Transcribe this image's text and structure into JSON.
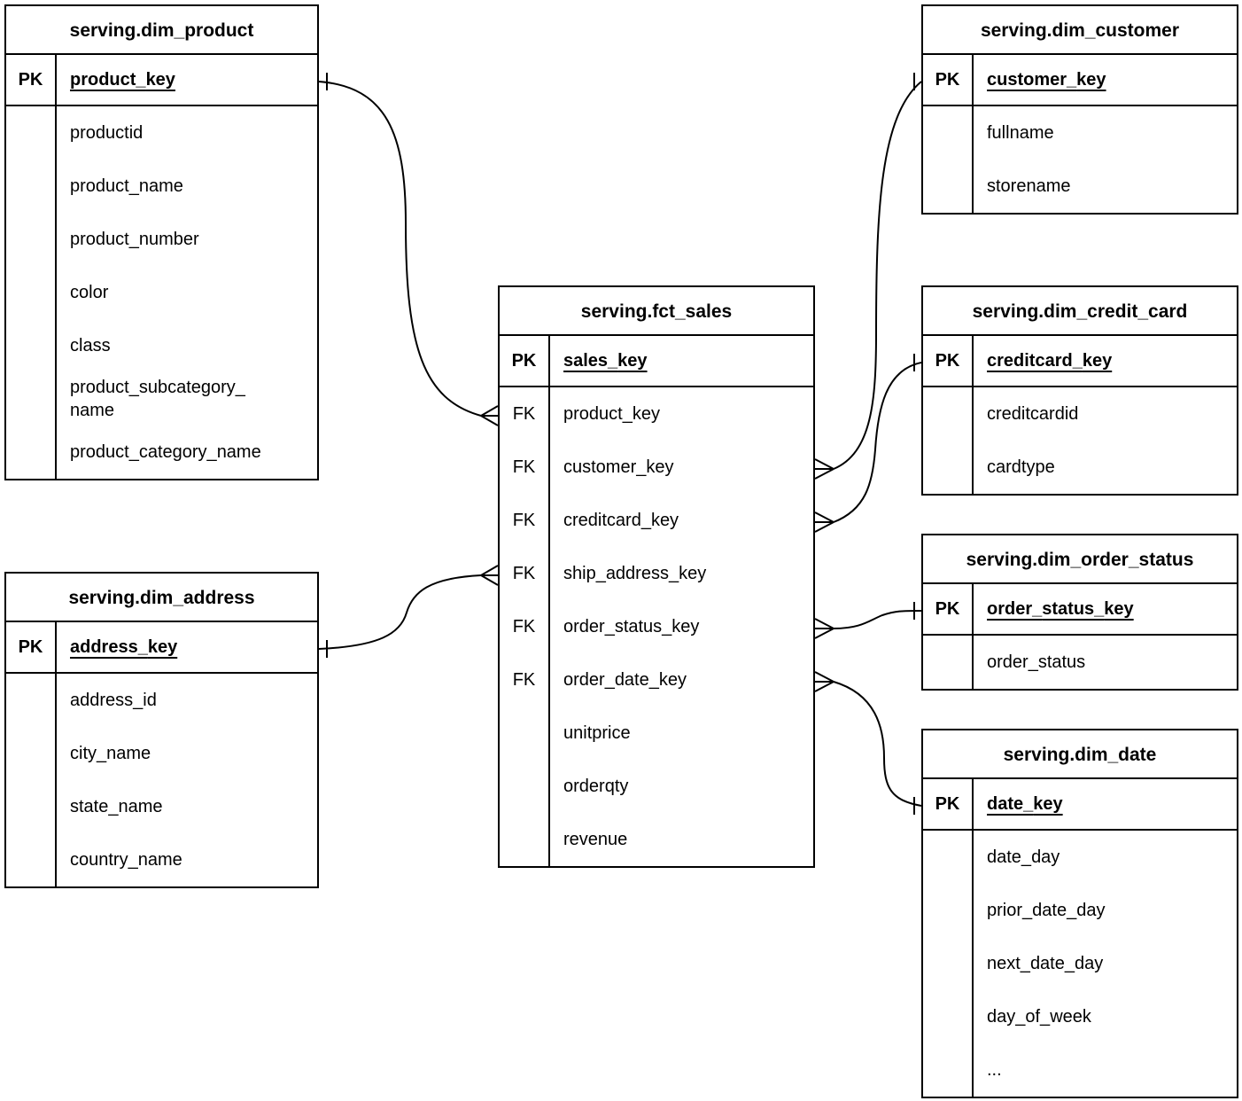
{
  "colors": {
    "background": "#ffffff",
    "line": "#000000",
    "text": "#000000"
  },
  "tables": [
    {
      "id": "dim-product",
      "title": "serving.dim_product",
      "rows": [
        {
          "key": "PK",
          "name": "product_key",
          "is_pk": true
        },
        {
          "key": "",
          "name": "productid"
        },
        {
          "key": "",
          "name": "product_name"
        },
        {
          "key": "",
          "name": "product_number"
        },
        {
          "key": "",
          "name": "color"
        },
        {
          "key": "",
          "name": "class"
        },
        {
          "key": "",
          "name": "product_subcategory_name"
        },
        {
          "key": "",
          "name": "product_category_name"
        }
      ]
    },
    {
      "id": "dim-address",
      "title": "serving.dim_address",
      "rows": [
        {
          "key": "PK",
          "name": "address_key",
          "is_pk": true
        },
        {
          "key": "",
          "name": "address_id"
        },
        {
          "key": "",
          "name": "city_name"
        },
        {
          "key": "",
          "name": "state_name"
        },
        {
          "key": "",
          "name": "country_name"
        }
      ]
    },
    {
      "id": "fct-sales",
      "title": "serving.fct_sales",
      "rows": [
        {
          "key": "PK",
          "name": "sales_key",
          "is_pk": true
        },
        {
          "key": "FK",
          "name": "product_key"
        },
        {
          "key": "FK",
          "name": "customer_key"
        },
        {
          "key": "FK",
          "name": "creditcard_key"
        },
        {
          "key": "FK",
          "name": "ship_address_key"
        },
        {
          "key": "FK",
          "name": "order_status_key"
        },
        {
          "key": "FK",
          "name": "order_date_key"
        },
        {
          "key": "",
          "name": "unitprice"
        },
        {
          "key": "",
          "name": "orderqty"
        },
        {
          "key": "",
          "name": "revenue"
        }
      ]
    },
    {
      "id": "dim-customer",
      "title": "serving.dim_customer",
      "rows": [
        {
          "key": "PK",
          "name": "customer_key",
          "is_pk": true
        },
        {
          "key": "",
          "name": "fullname"
        },
        {
          "key": "",
          "name": "storename"
        }
      ]
    },
    {
      "id": "dim-credit-card",
      "title": "serving.dim_credit_card",
      "rows": [
        {
          "key": "PK",
          "name": "creditcard_key",
          "is_pk": true
        },
        {
          "key": "",
          "name": "creditcardid"
        },
        {
          "key": "",
          "name": "cardtype"
        }
      ]
    },
    {
      "id": "dim-order-status",
      "title": "serving.dim_order_status",
      "rows": [
        {
          "key": "PK",
          "name": "order_status_key",
          "is_pk": true
        },
        {
          "key": "",
          "name": "order_status"
        }
      ]
    },
    {
      "id": "dim-date",
      "title": "serving.dim_date",
      "rows": [
        {
          "key": "PK",
          "name": "date_key",
          "is_pk": true
        },
        {
          "key": "",
          "name": "date_day"
        },
        {
          "key": "",
          "name": "prior_date_day"
        },
        {
          "key": "",
          "name": "next_date_day"
        },
        {
          "key": "",
          "name": "day_of_week"
        },
        {
          "key": "",
          "name": "..."
        }
      ]
    }
  ],
  "relationships": [
    {
      "fact_table": "serving.fct_sales",
      "fact_field": "product_key",
      "dim_table": "serving.dim_product",
      "dim_field": "product_key",
      "fact_end": "many",
      "dim_end": "one"
    },
    {
      "fact_table": "serving.fct_sales",
      "fact_field": "ship_address_key",
      "dim_table": "serving.dim_address",
      "dim_field": "address_key",
      "fact_end": "many",
      "dim_end": "one"
    },
    {
      "fact_table": "serving.fct_sales",
      "fact_field": "customer_key",
      "dim_table": "serving.dim_customer",
      "dim_field": "customer_key",
      "fact_end": "many",
      "dim_end": "one"
    },
    {
      "fact_table": "serving.fct_sales",
      "fact_field": "creditcard_key",
      "dim_table": "serving.dim_credit_card",
      "dim_field": "creditcard_key",
      "fact_end": "many",
      "dim_end": "one"
    },
    {
      "fact_table": "serving.fct_sales",
      "fact_field": "order_status_key",
      "dim_table": "serving.dim_order_status",
      "dim_field": "order_status_key",
      "fact_end": "many",
      "dim_end": "one"
    },
    {
      "fact_table": "serving.fct_sales",
      "fact_field": "order_date_key",
      "dim_table": "serving.dim_date",
      "dim_field": "date_key",
      "fact_end": "many",
      "dim_end": "one"
    }
  ]
}
